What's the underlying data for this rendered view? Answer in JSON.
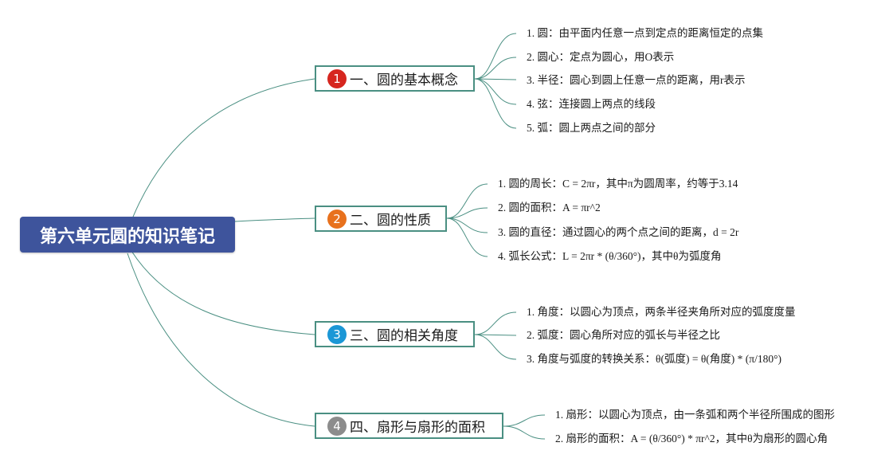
{
  "root": {
    "title": "第六单元圆的知识笔记"
  },
  "colors": {
    "root_bg": "#3e549c",
    "line": "#4a8f82",
    "badge_1": "#d6261f",
    "badge_2": "#e8711d",
    "badge_3": "#1b97d6",
    "badge_4": "#8c8c8c"
  },
  "branches": [
    {
      "number": "1",
      "label": "一、圆的基本概念",
      "items": [
        "1. 圆：由平面内任意一点到定点的距离恒定的点集",
        "2. 圆心：定点为圆心，用O表示",
        "3. 半径：圆心到圆上任意一点的距离，用r表示",
        "4. 弦：连接圆上两点的线段",
        "5. 弧：圆上两点之间的部分"
      ]
    },
    {
      "number": "2",
      "label": "二、圆的性质",
      "items": [
        "1. 圆的周长：C = 2πr，其中π为圆周率，约等于3.14",
        "2. 圆的面积：A = πr^2",
        "3. 圆的直径：通过圆心的两个点之间的距离，d = 2r",
        "4. 弧长公式：L = 2πr * (θ/360°)，其中θ为弧度角"
      ]
    },
    {
      "number": "3",
      "label": "三、圆的相关角度",
      "items": [
        "1. 角度：以圆心为顶点，两条半径夹角所对应的弧度度量",
        "2. 弧度：圆心角所对应的弧长与半径之比",
        "3. 角度与弧度的转换关系：θ(弧度) = θ(角度) * (π/180°)"
      ]
    },
    {
      "number": "4",
      "label": "四、扇形与扇形的面积",
      "items": [
        "1. 扇形：以圆心为顶点，由一条弧和两个半径所围成的图形",
        "2. 扇形的面积：A = (θ/360°) * πr^2，其中θ为扇形的圆心角"
      ]
    }
  ]
}
